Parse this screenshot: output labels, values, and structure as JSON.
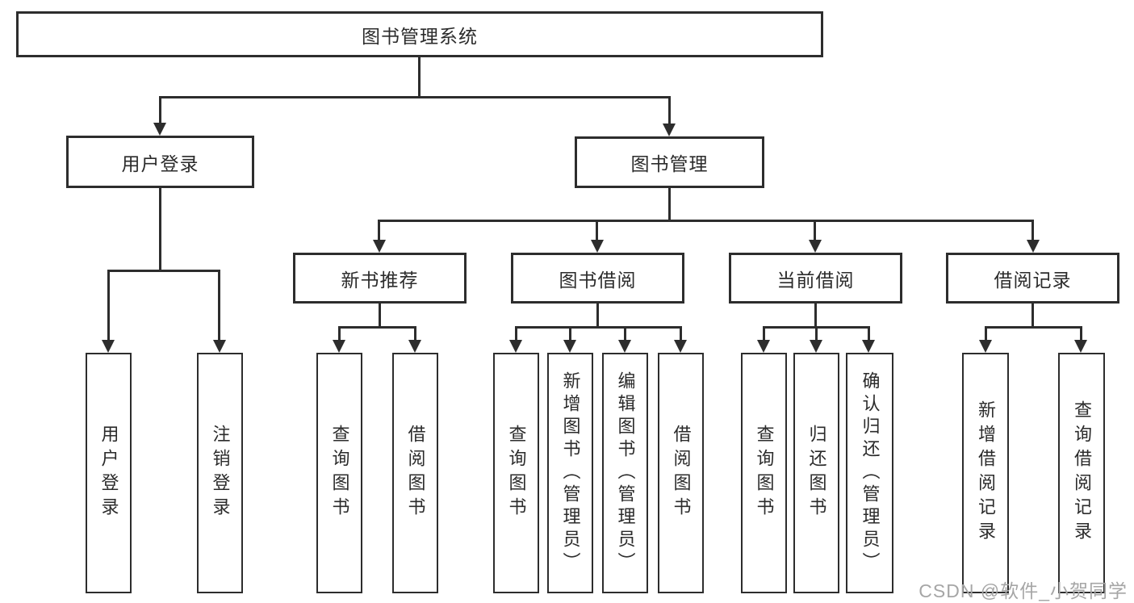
{
  "diagram": {
    "type": "hierarchy-functional-structure",
    "tree": {
      "root": {
        "label": "图书管理系统"
      },
      "branches": [
        {
          "label": "用户登录",
          "children": [
            "用户登录",
            "注销登录"
          ]
        },
        {
          "label": "图书管理",
          "children": [
            {
              "label": "新书推荐",
              "children": [
                "查询图书",
                "借阅图书"
              ]
            },
            {
              "label": "图书借阅",
              "children": [
                "查询图书",
                "新增图书（管理员）",
                "编辑图书（管理员）",
                "借阅图书"
              ]
            },
            {
              "label": "当前借阅",
              "children": [
                "查询图书",
                "归还图书",
                "确认归还（管理员）"
              ]
            },
            {
              "label": "借阅记录",
              "children": [
                "新增借阅记录",
                "查询借阅记录"
              ]
            }
          ]
        }
      ]
    },
    "colors": {
      "line": "#2d2d2d",
      "text": "#2b2b2b",
      "background": "#ffffff",
      "watermark_text_color": "#a6a6a6"
    }
  },
  "watermark": {
    "text": "CSDN @软件_小贺同学"
  }
}
